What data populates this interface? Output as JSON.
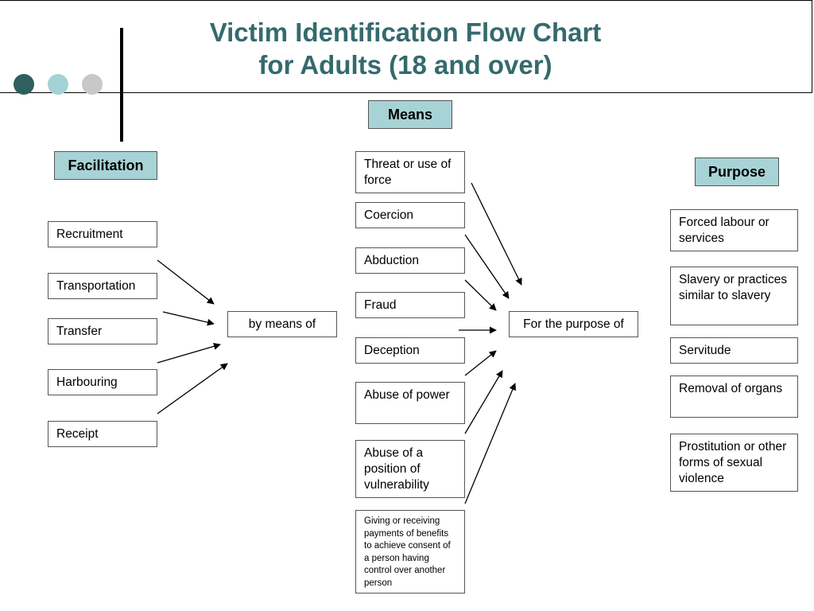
{
  "title": {
    "line1": "Victim Identification Flow Chart",
    "line2": "for Adults (18 and over)"
  },
  "colors": {
    "title": "#356a6d",
    "category_fill": "#a8d3d6",
    "dots": [
      "#2f5f5f",
      "#a3d3d4",
      "#c8c8c8"
    ]
  },
  "categories": {
    "means": "Means",
    "facilitation": "Facilitation",
    "purpose": "Purpose"
  },
  "facilitation_items": [
    "Recruitment",
    "Transportation",
    "Transfer",
    "Harbouring",
    "Receipt"
  ],
  "connectors": {
    "by_means_of": "by means of",
    "for_the_purpose_of": "For the purpose of"
  },
  "means_items": [
    "Threat or use of force",
    "Coercion",
    "Abduction",
    "Fraud",
    "Deception",
    "Abuse of power",
    "Abuse of a position of vulnerability",
    "Giving or receiving payments of benefits to achieve consent of a person having control over another person"
  ],
  "purpose_items": [
    "Forced labour or services",
    "Slavery or practices similar to slavery",
    "Servitude",
    "Removal of organs",
    "Prostitution or other forms of sexual violence"
  ]
}
